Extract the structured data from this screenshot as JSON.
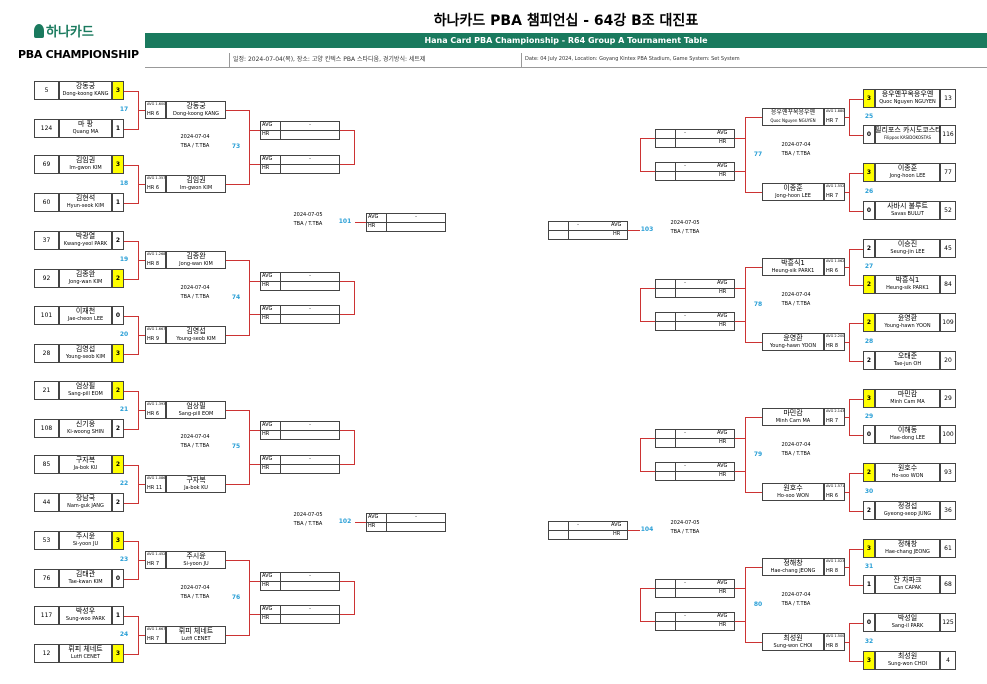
{
  "header": {
    "logo_top": "하나카드",
    "logo_bottom": "PBA CHAMPIONSHIP",
    "title": "하나카드 PBA 챔피언십 - 64강 B조 대진표",
    "subtitle": "Hana Card PBA Championship - R64 Group A Tournament Table",
    "info_kr": "일정: 2024-07-04(목), 장소: 고양 킨텍스 PBA 스타디움, 경기방식: 세트제",
    "info_en": "Date: 04 July 2024, Location: Goyang Kintex PBA Stadium, Game System: Set System"
  },
  "labels": {
    "avg": "AVG",
    "hr": "HR",
    "dash": "-",
    "date1": "2024-07-04",
    "date2": "2024-07-05",
    "venue": "TBA / T.TBA"
  },
  "colors": {
    "accent": "#1a7a5e",
    "line": "#c33",
    "winner": "#ffff00",
    "bout": "#2a9fd6"
  },
  "left_matches": [
    {
      "bout": "17",
      "p1": {
        "seed": "5",
        "kr": "강동궁",
        "en": "Dong-koong KANG",
        "score": "3",
        "win": true
      },
      "p2": {
        "seed": "124",
        "kr": "마 팡",
        "en": "Quang MA",
        "score": "1",
        "win": false
      },
      "stats": {
        "avg": "AVG 1.600",
        "hr": "HR 6"
      },
      "winner": {
        "kr": "강동궁",
        "en": "Dong-koong KANG"
      }
    },
    {
      "bout": "18",
      "p1": {
        "seed": "69",
        "kr": "김임권",
        "en": "Im-gwon KIM",
        "score": "3",
        "win": true
      },
      "p2": {
        "seed": "60",
        "kr": "김현석",
        "en": "Hyun-seok KIM",
        "score": "1",
        "win": false
      },
      "stats": {
        "avg": "AVG 1.357",
        "hr": "HR 6"
      },
      "winner": {
        "kr": "김임권",
        "en": "Im-gwon KIM"
      }
    },
    {
      "bout": "19",
      "p1": {
        "seed": "37",
        "kr": "박광열",
        "en": "Kwang-yeol PARK",
        "score": "2",
        "win": false
      },
      "p2": {
        "seed": "92",
        "kr": "김종완",
        "en": "Jong-wan KIM",
        "score": "2",
        "win": true
      },
      "stats": {
        "avg": "AVG 1.268",
        "hr": "HR 8"
      },
      "winner": {
        "kr": "김종완",
        "en": "Jong-wan KIM"
      }
    },
    {
      "bout": "20",
      "p1": {
        "seed": "101",
        "kr": "이재천",
        "en": "Jae-cheon LEE",
        "score": "0",
        "win": false
      },
      "p2": {
        "seed": "28",
        "kr": "김영섭",
        "en": "Young-seob KIM",
        "score": "3",
        "win": true
      },
      "stats": {
        "avg": "AVG 1.667",
        "hr": "HR 9"
      },
      "winner": {
        "kr": "김영섭",
        "en": "Young-seob KIM"
      }
    },
    {
      "bout": "21",
      "p1": {
        "seed": "21",
        "kr": "엄상필",
        "en": "Sang-pill EOM",
        "score": "2",
        "win": true
      },
      "p2": {
        "seed": "108",
        "kr": "신기웅",
        "en": "Ki-woong SHIN",
        "score": "2",
        "win": false
      },
      "stats": {
        "avg": "AVG 1.393",
        "hr": "HR 6"
      },
      "winner": {
        "kr": "엄상필",
        "en": "Sang-pill EOM"
      }
    },
    {
      "bout": "22",
      "p1": {
        "seed": "85",
        "kr": "구자복",
        "en": "Ja-bok KU",
        "score": "2",
        "win": true
      },
      "p2": {
        "seed": "44",
        "kr": "장남국",
        "en": "Nam-guk JANG",
        "score": "2",
        "win": false
      },
      "stats": {
        "avg": "AVG 1.086",
        "hr": "HR 11"
      },
      "winner": {
        "kr": "구자복",
        "en": "Ja-bok KU"
      }
    },
    {
      "bout": "23",
      "p1": {
        "seed": "53",
        "kr": "주시윤",
        "en": "Si-yoon JU",
        "score": "3",
        "win": true
      },
      "p2": {
        "seed": "76",
        "kr": "김태관",
        "en": "Tae-kwan KIM",
        "score": "0",
        "win": false
      },
      "stats": {
        "avg": "AVG 1.452",
        "hr": "HR 7"
      },
      "winner": {
        "kr": "주시윤",
        "en": "Si-yoon JU"
      }
    },
    {
      "bout": "24",
      "p1": {
        "seed": "117",
        "kr": "박성우",
        "en": "Sung-woo PARK",
        "score": "1",
        "win": false
      },
      "p2": {
        "seed": "12",
        "kr": "뤼피 체네트",
        "en": "Lutfi CENET",
        "score": "3",
        "win": true
      },
      "stats": {
        "avg": "AVG 1.667",
        "hr": "HR 7"
      },
      "winner": {
        "kr": "뤼피 체네트",
        "en": "Lutfi CENET"
      }
    }
  ],
  "right_matches": [
    {
      "bout": "25",
      "p1": {
        "seed": "13",
        "kr": "응우옌꾸옥응우옌",
        "en": "Quoc Nguyen NGUYEN",
        "score": "3",
        "win": true
      },
      "p2": {
        "seed": "116",
        "kr": "필리포스 카시도코스타스",
        "en": "Filippos KASIDOKOSTAS",
        "score": "0",
        "win": false
      },
      "stats": {
        "avg": "AVG 1.880",
        "hr": "HR 7"
      },
      "winner": {
        "kr": "응우옌꾸옥응우옌",
        "en": "Quoc Nguyen NGUYEN"
      }
    },
    {
      "bout": "26",
      "p1": {
        "seed": "77",
        "kr": "이종훈",
        "en": "Jong-hoon LEE",
        "score": "3",
        "win": true
      },
      "p2": {
        "seed": "52",
        "kr": "사바시 불루트",
        "en": "Savas BULUT",
        "score": "0",
        "win": false
      },
      "stats": {
        "avg": "AVG 1.552",
        "hr": "HR 7"
      },
      "winner": {
        "kr": "이종훈",
        "en": "Jong-hoon LEE"
      }
    },
    {
      "bout": "27",
      "p1": {
        "seed": "45",
        "kr": "이승진",
        "en": "Seung-jin LEE",
        "score": "2",
        "win": false
      },
      "p2": {
        "seed": "84",
        "kr": "박흥식1",
        "en": "Heung-sik PARK1",
        "score": "2",
        "win": true
      },
      "stats": {
        "avg": "AVG 1.062",
        "hr": "HR 6"
      },
      "winner": {
        "kr": "박흥식1",
        "en": "Heung-sik PARK1"
      }
    },
    {
      "bout": "28",
      "p1": {
        "seed": "109",
        "kr": "윤영환",
        "en": "Young-hawn YOON",
        "score": "2",
        "win": true
      },
      "p2": {
        "seed": "20",
        "kr": "오태준",
        "en": "Tae-jun OH",
        "score": "2",
        "win": false
      },
      "stats": {
        "avg": "AVG 2.200",
        "hr": "HR 8"
      },
      "winner": {
        "kr": "윤영환",
        "en": "Young-hawn YOON"
      }
    },
    {
      "bout": "29",
      "p1": {
        "seed": "29",
        "kr": "마민캄",
        "en": "Minh Cam MA",
        "score": "3",
        "win": true
      },
      "p2": {
        "seed": "100",
        "kr": "이해동",
        "en": "Hae-dong LEE",
        "score": "0",
        "win": false
      },
      "stats": {
        "avg": "AVG 2.143",
        "hr": "HR 7"
      },
      "winner": {
        "kr": "마민캄",
        "en": "Minh Cam MA"
      }
    },
    {
      "bout": "30",
      "p1": {
        "seed": "93",
        "kr": "원호수",
        "en": "Ho-soo WON",
        "score": "2",
        "win": true
      },
      "p2": {
        "seed": "36",
        "kr": "정경섭",
        "en": "Gyeong-seop JUNG",
        "score": "2",
        "win": false
      },
      "stats": {
        "avg": "AVG 1.571",
        "hr": "HR 6"
      },
      "winner": {
        "kr": "원호수",
        "en": "Ho-soo WON"
      }
    },
    {
      "bout": "31",
      "p1": {
        "seed": "61",
        "kr": "정해창",
        "en": "Hae-chang JEONG",
        "score": "3",
        "win": true
      },
      "p2": {
        "seed": "68",
        "kr": "잔 차파크",
        "en": "Can CAPAK",
        "score": "1",
        "win": false
      },
      "stats": {
        "avg": "AVG 1.023",
        "hr": "HR 8"
      },
      "winner": {
        "kr": "정해창",
        "en": "Hae-chang JEONG"
      }
    },
    {
      "bout": "32",
      "p1": {
        "seed": "125",
        "kr": "박성일",
        "en": "Sang-il PARK",
        "score": "0",
        "win": false
      },
      "p2": {
        "seed": "4",
        "kr": "최성원",
        "en": "Sung-won CHOI",
        "score": "3",
        "win": true
      },
      "stats": {
        "avg": "AVG 1.500",
        "hr": "HR 8"
      },
      "winner": {
        "kr": "최성원",
        "en": "Sung-won CHOI"
      }
    }
  ],
  "left_r32": [
    {
      "bout": "73"
    },
    {
      "bout": "74"
    },
    {
      "bout": "75"
    },
    {
      "bout": "76"
    }
  ],
  "right_r32": [
    {
      "bout": "77"
    },
    {
      "bout": "78"
    },
    {
      "bout": "79"
    },
    {
      "bout": "80"
    }
  ],
  "left_r16": [
    {
      "bout": "101"
    },
    {
      "bout": "102"
    }
  ],
  "right_r16": [
    {
      "bout": "103"
    },
    {
      "bout": "104"
    }
  ]
}
